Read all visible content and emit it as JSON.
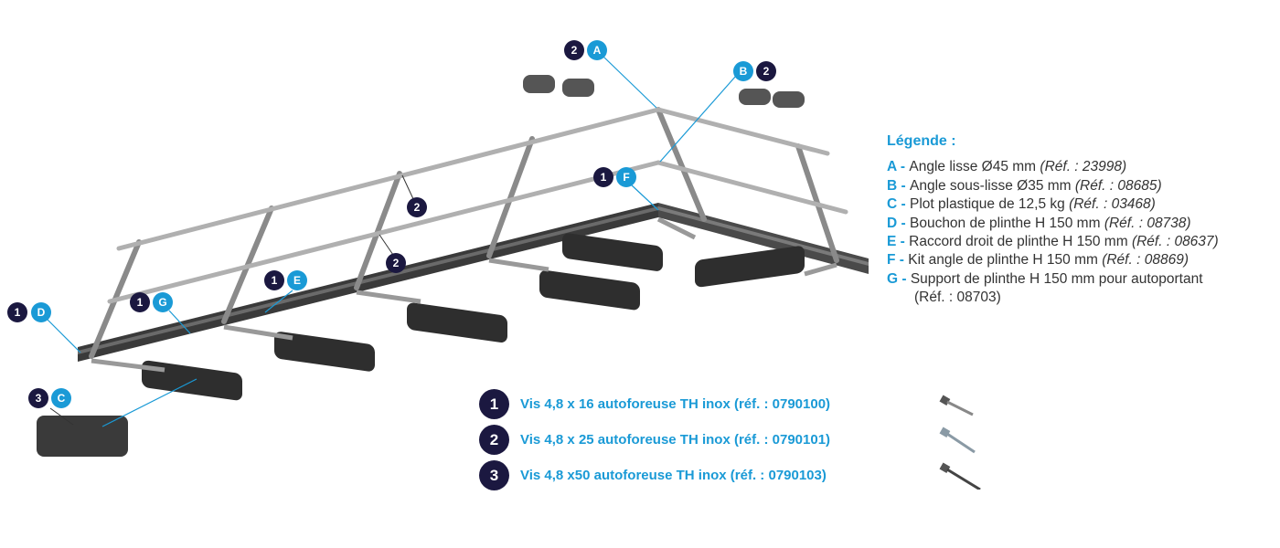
{
  "legend": {
    "title": "Légende :",
    "items": [
      {
        "letter": "A",
        "sep": " - ",
        "text": "Angle lisse Ø45 mm ",
        "ref": "(Réf. : 23998)"
      },
      {
        "letter": "B",
        "sep": " - ",
        "text": "Angle sous-lisse Ø35 mm ",
        "ref": "(Réf. : 08685)"
      },
      {
        "letter": "C",
        "sep": " - ",
        "text": "Plot plastique de 12,5 kg ",
        "ref": "(Réf. : 03468)"
      },
      {
        "letter": "D",
        "sep": " - ",
        "text": "Bouchon de plinthe H 150 mm ",
        "ref": "(Réf. : 08738)"
      },
      {
        "letter": "E",
        "sep": " - ",
        "text": "Raccord droit de plinthe H 150 mm ",
        "ref": "(Réf. : 08637)"
      },
      {
        "letter": "F",
        "sep": " - ",
        "text": "Kit angle de plinthe H 150 mm ",
        "ref": "(Réf. : 08869)"
      },
      {
        "letter": "G",
        "sep": " - ",
        "text": "Support de plinthe H 150 mm pour autoportant",
        "ref": "(Réf. : 08703)"
      }
    ]
  },
  "screws": [
    {
      "num": "1",
      "label": "Vis 4,8 x 16 autoforeuse TH inox (réf. : 0790100)",
      "icon": "screw-short-icon"
    },
    {
      "num": "2",
      "label": "Vis 4,8 x 25 autoforeuse TH inox (réf. : 0790101)",
      "icon": "screw-medium-icon"
    },
    {
      "num": "3",
      "label": "Vis 4,8 x50 autoforeuse TH inox (réf. : 0790103)",
      "icon": "screw-long-icon"
    }
  ],
  "callouts": [
    {
      "id": "A",
      "num": "2",
      "order": "num-first"
    },
    {
      "id": "B",
      "num": "2",
      "order": "letter-first"
    },
    {
      "id": "F",
      "num": "1",
      "order": "num-first"
    },
    {
      "id": "E",
      "num": "1",
      "order": "num-first"
    },
    {
      "id": "G",
      "num": "1",
      "order": "num-first"
    },
    {
      "id": "D",
      "num": "1",
      "order": "num-first"
    },
    {
      "id": "C",
      "num": "3",
      "order": "num-first"
    },
    {
      "id": "post1",
      "num": "2"
    },
    {
      "id": "post2",
      "num": "2"
    }
  ],
  "colors": {
    "accent": "#1a9ad6",
    "badge_dark": "#1b1840",
    "text": "#333333"
  }
}
